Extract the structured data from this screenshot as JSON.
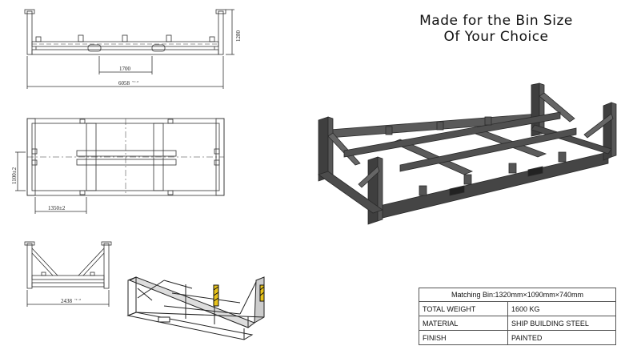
{
  "headline": {
    "line1": "Made for the Bin Size",
    "line2": "Of Your Choice"
  },
  "drawings": {
    "side_view": {
      "dim_inner": "1700",
      "dim_total": "6058",
      "dim_total_tol": "+0 / -8",
      "dim_height": "1280"
    },
    "top_view": {
      "dim_bottom": "1350±2",
      "dim_side": "1100±2"
    },
    "end_view": {
      "dim_width": "2438",
      "dim_width_tol": "+0 / -8"
    }
  },
  "spec_table": {
    "caption": "Matching Bin:1320mm×1090mm×740mm",
    "rows": [
      {
        "label": "TOTAL WEIGHT",
        "value": "1600 KG"
      },
      {
        "label": "MATERIAL",
        "value": "SHIP BUILDING STEEL"
      },
      {
        "label": "FINISH",
        "value": "PAINTED"
      }
    ]
  },
  "colors": {
    "frame_steel": "#4a4a4a",
    "line": "#333333"
  }
}
